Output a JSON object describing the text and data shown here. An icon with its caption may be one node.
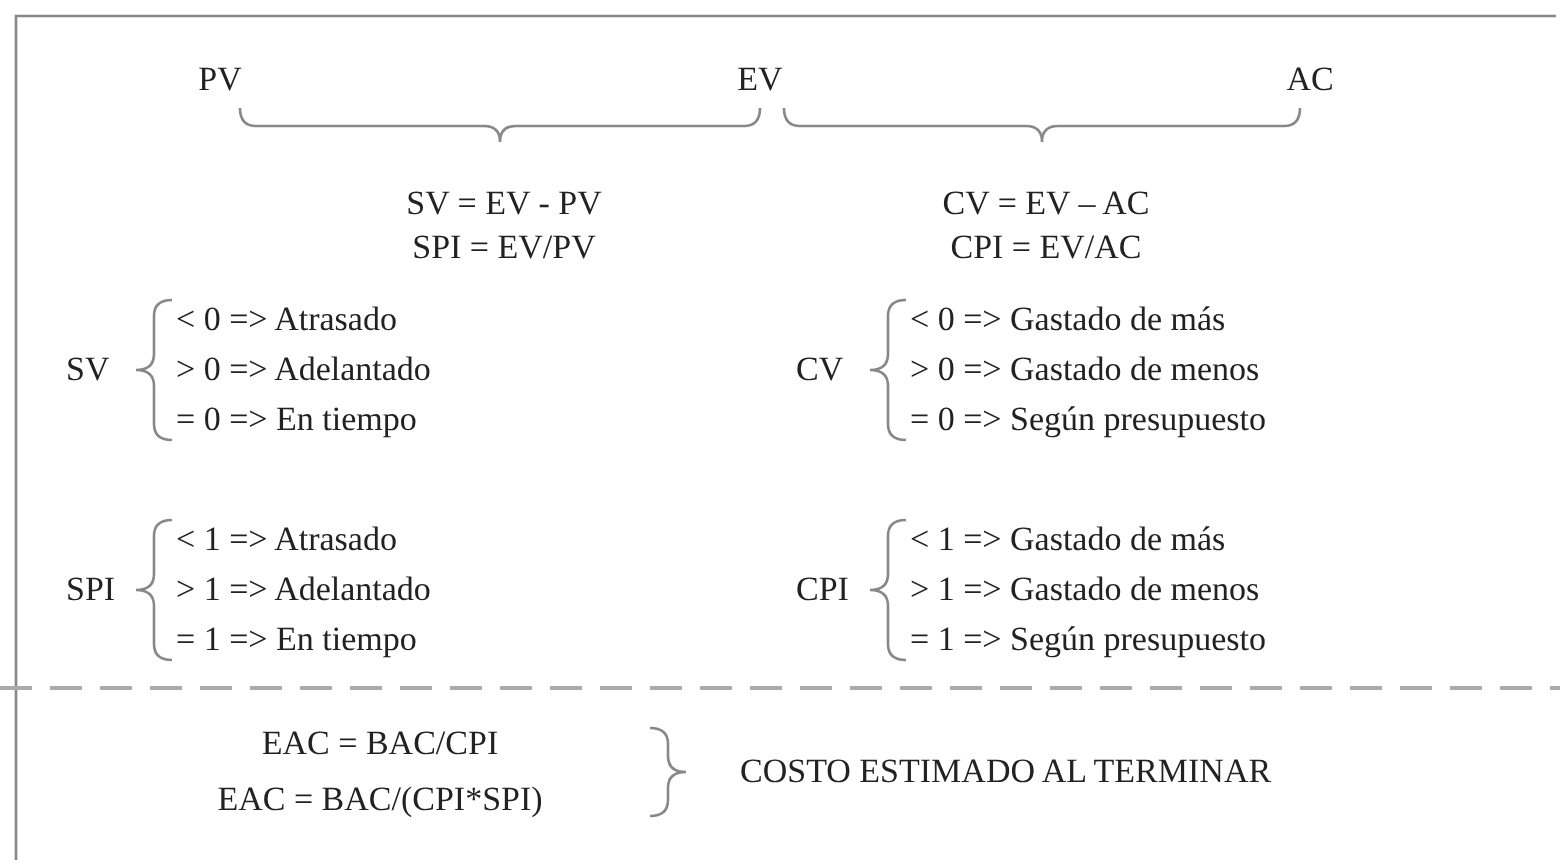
{
  "diagram": {
    "labels": [
      "PV",
      "EV",
      "AC",
      "SV = EV - PV",
      "SPI = EV/PV",
      "CV = EV – AC",
      "CPI = EV/AC",
      "SV",
      "< 0 => Atrasado",
      "> 0 => Adelantado",
      "= 0 => En tiempo",
      "CV",
      "< 0 => Gastado de más",
      "> 0 => Gastado de menos",
      "= 0 => Según presupuesto",
      "SPI",
      "< 1 => Atrasado",
      "> 1 => Adelantado",
      "= 1 => En tiempo",
      "CPI",
      "< 1 => Gastado de más",
      "> 1 => Gastado de menos",
      "= 1 => Según presupuesto",
      "EAC = BAC/CPI",
      "EAC = BAC/(CPI*SPI)",
      "COSTO ESTIMADO AL TERMINAR"
    ]
  }
}
